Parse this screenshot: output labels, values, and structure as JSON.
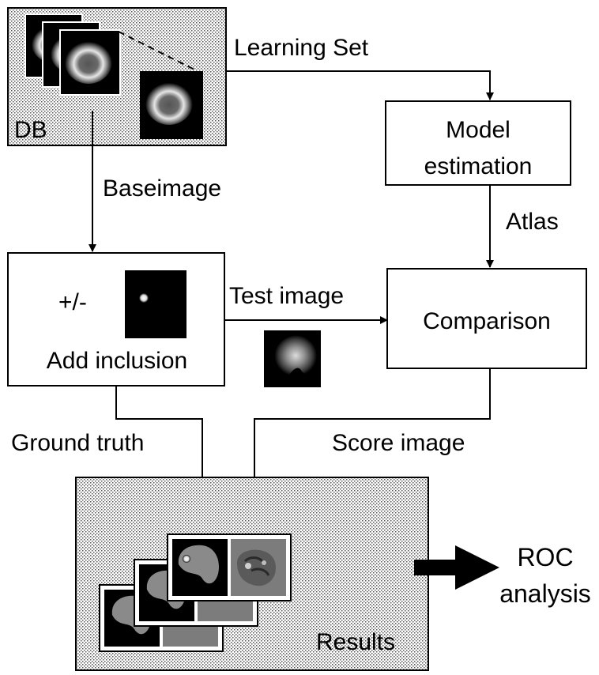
{
  "db": {
    "label": "DB"
  },
  "learning_set": {
    "label": "Learning Set"
  },
  "model_estimation": {
    "line1": "Model",
    "line2": "estimation"
  },
  "baseimage": {
    "label": "Baseimage"
  },
  "atlas": {
    "label": "Atlas"
  },
  "inclusion": {
    "sign": "+/-",
    "label": "Add inclusion"
  },
  "test_image": {
    "label": "Test image"
  },
  "comparison": {
    "label": "Comparison"
  },
  "ground_truth": {
    "label": "Ground truth"
  },
  "score_image": {
    "label": "Score image"
  },
  "results": {
    "label": "Results"
  },
  "roc": {
    "line1": "ROC",
    "line2": "analysis"
  }
}
